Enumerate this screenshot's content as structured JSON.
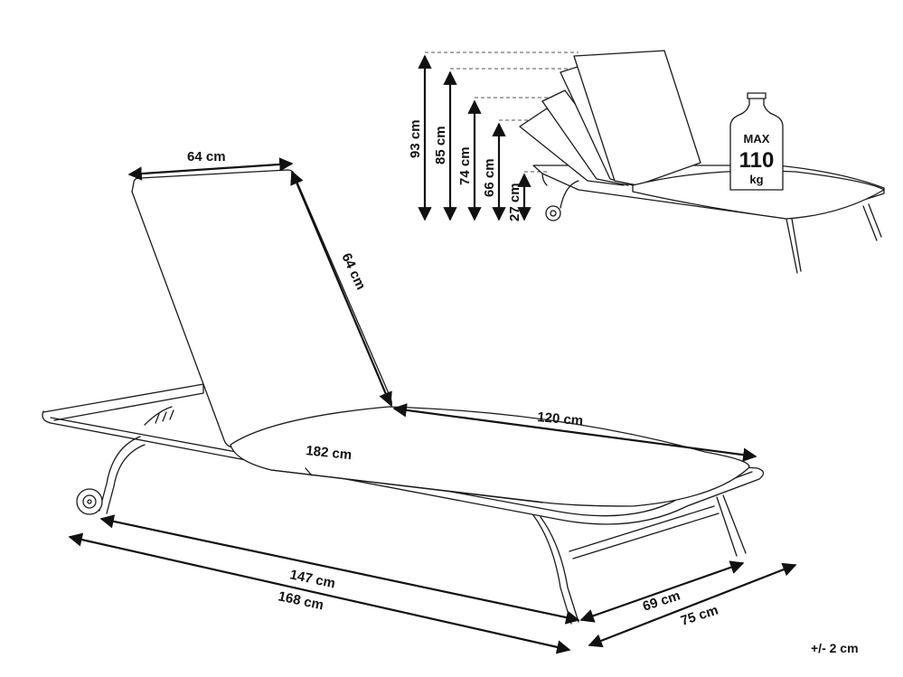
{
  "main_view": {
    "backrest_width": "64 cm",
    "backrest_length": "64 cm",
    "seat_length": "120 cm",
    "cushion_length": "182 cm",
    "frame_length": "147 cm",
    "overall_length": "168 cm",
    "frame_width": "69 cm",
    "overall_width": "75 cm"
  },
  "recline_view": {
    "heights": [
      "93 cm",
      "85 cm",
      "74 cm",
      "66 cm",
      "27 cm"
    ]
  },
  "weight_limit": {
    "prefix": "MAX",
    "value": "110",
    "unit": "kg"
  },
  "tolerance": "+/- 2 cm"
}
